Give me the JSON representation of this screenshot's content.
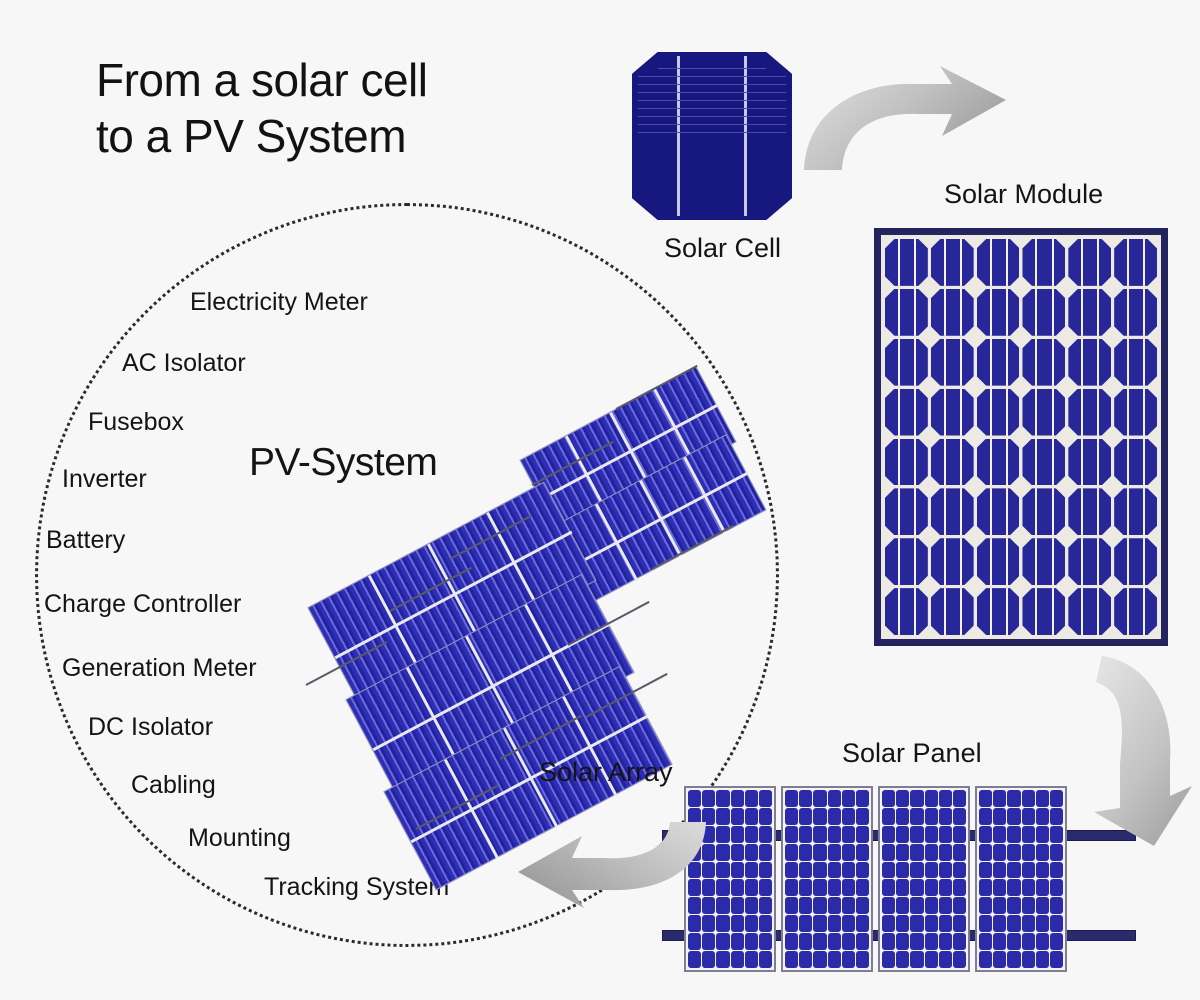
{
  "page": {
    "background_color": "#f7f7f7",
    "title": "From a solar cell\nto a PV System"
  },
  "captions": {
    "solar_cell": "Solar Cell",
    "solar_module": "Solar Module",
    "solar_panel": "Solar Panel",
    "solar_array": "Solar Array",
    "pv_system": "PV-System"
  },
  "pv_system": {
    "components": [
      "Electricity Meter",
      "AC Isolator",
      "Fusebox",
      "Inverter",
      "Battery",
      "Charge Controller",
      "Generation Meter",
      "DC Isolator",
      "Cabling",
      "Mounting",
      "Tracking System"
    ]
  },
  "colors": {
    "cell_navy": "#171780",
    "module_blue": "#27279a",
    "panel_blue": "#2b2baa",
    "frame_navy": "#23235f",
    "backsheet": "#eceae3",
    "arrow_gray": "#b0b0b0",
    "text": "#141414"
  },
  "arrows": [
    {
      "name": "cell-to-module",
      "direction": "right"
    },
    {
      "name": "module-to-panel",
      "direction": "down-left"
    },
    {
      "name": "panel-to-array",
      "direction": "left"
    }
  ],
  "diagram_data": {
    "type": "flow",
    "title": "From a solar cell to a PV System",
    "nodes": [
      "Solar Cell",
      "Solar Module",
      "Solar Panel",
      "Solar Array",
      "PV-System"
    ],
    "flow": "Solar Cell -> Solar Module -> Solar Panel -> Solar Array / PV-System",
    "module_grid": {
      "columns": 6,
      "rows": 8
    },
    "panel_group": {
      "panels": 4,
      "cell_columns": 6,
      "cell_rows": 10
    },
    "array_rows": 2
  }
}
